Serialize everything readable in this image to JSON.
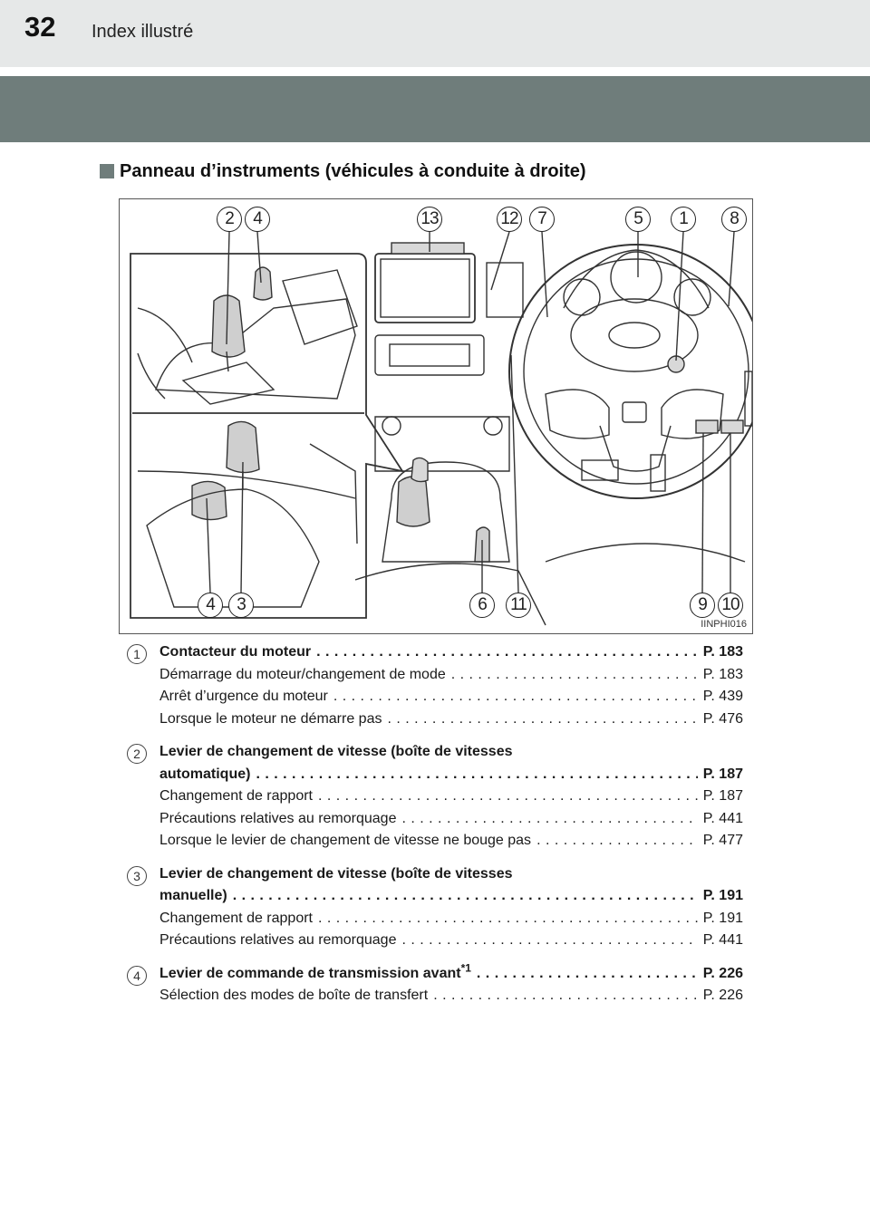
{
  "header": {
    "page_number": "32",
    "title": "Index illustré"
  },
  "section": {
    "title": "Panneau d’instruments (véhicules à conduite à droite)"
  },
  "figure": {
    "id": "IINPHI016",
    "callouts_top": [
      "2",
      "4",
      "13",
      "12",
      "7",
      "5",
      "1",
      "8"
    ],
    "callouts_bottom": [
      "4",
      "3",
      "6",
      "11",
      "9",
      "10"
    ]
  },
  "entries": [
    {
      "num": "1",
      "main_label": "Contacteur du moteur",
      "main_page": "P. 183",
      "subs": [
        {
          "label": "Démarrage du moteur/changement de mode",
          "page": "P. 183"
        },
        {
          "label": "Arrêt d’urgence du moteur",
          "page": "P. 439"
        },
        {
          "label": "Lorsque le moteur ne démarre pas",
          "page": "P. 476"
        }
      ]
    },
    {
      "num": "2",
      "main_line1": "Levier de changement de vitesse (boîte de vitesses",
      "main_label": "automatique)",
      "main_page": "P. 187",
      "subs": [
        {
          "label": "Changement de rapport",
          "page": "P. 187"
        },
        {
          "label": "Précautions relatives au remorquage",
          "page": "P. 441"
        },
        {
          "label": "Lorsque le levier de changement de vitesse ne bouge pas",
          "page": "P. 477"
        }
      ]
    },
    {
      "num": "3",
      "main_line1": "Levier de changement de vitesse (boîte de vitesses",
      "main_label": "manuelle)",
      "main_page": "P. 191",
      "subs": [
        {
          "label": "Changement de rapport",
          "page": "P. 191"
        },
        {
          "label": "Précautions relatives au remorquage",
          "page": "P. 441"
        }
      ]
    },
    {
      "num": "4",
      "main_label": "Levier de commande de transmission avant",
      "main_sup": "*1",
      "main_page": "P. 226",
      "subs": [
        {
          "label": "Sélection des modes de boîte de transfert",
          "page": "P. 226"
        }
      ]
    }
  ]
}
